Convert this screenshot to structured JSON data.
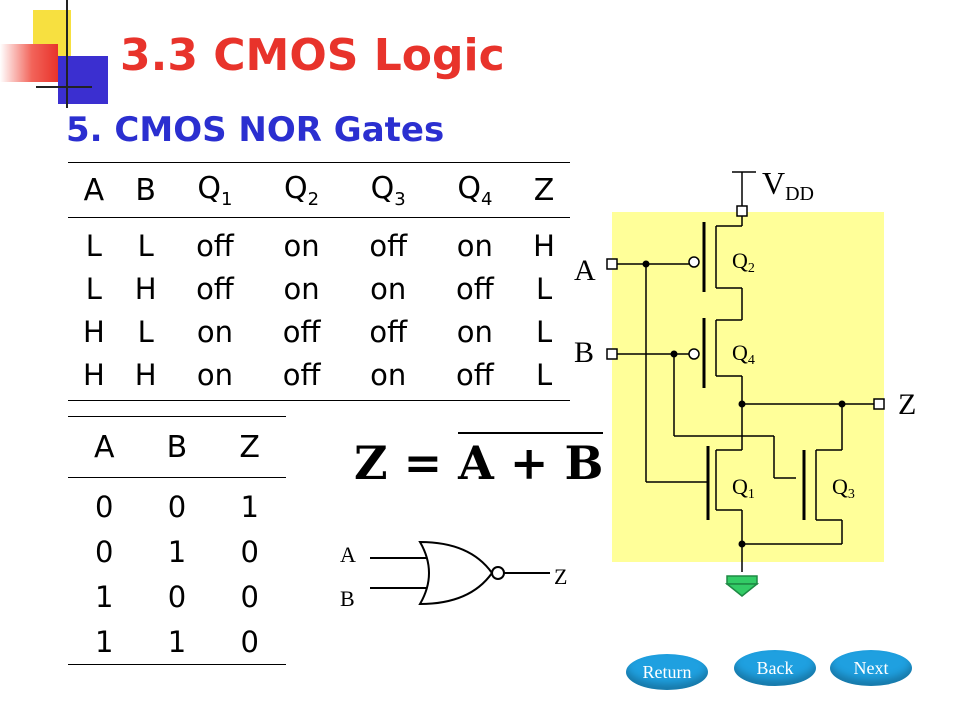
{
  "title": "3.3 CMOS Logic",
  "subtitle": "5.  CMOS NOR Gates",
  "transistor_table": {
    "headers": [
      {
        "main": "A",
        "sub": ""
      },
      {
        "main": "B",
        "sub": ""
      },
      {
        "main": "Q",
        "sub": "1"
      },
      {
        "main": "Q",
        "sub": "2"
      },
      {
        "main": "Q",
        "sub": "3"
      },
      {
        "main": "Q",
        "sub": "4"
      },
      {
        "main": "Z",
        "sub": ""
      }
    ],
    "rows": [
      [
        "L",
        "L",
        "off",
        "on",
        "off",
        "on",
        "H"
      ],
      [
        "L",
        "H",
        "off",
        "on",
        "on",
        "off",
        "L"
      ],
      [
        "H",
        "L",
        "on",
        "off",
        "off",
        "on",
        "L"
      ],
      [
        "H",
        "H",
        "on",
        "off",
        "on",
        "off",
        "L"
      ]
    ]
  },
  "logic_table": {
    "headers": [
      "A",
      "B",
      "Z"
    ],
    "rows": [
      [
        "0",
        "0",
        "1"
      ],
      [
        "0",
        "1",
        "0"
      ],
      [
        "1",
        "0",
        "0"
      ],
      [
        "1",
        "1",
        "0"
      ]
    ]
  },
  "formula": {
    "lhs": "Z",
    "eq": "=",
    "a": "A",
    "plus": "+",
    "b": "B"
  },
  "gate_symbol": {
    "in_a": "A",
    "in_b": "B",
    "out": "Z"
  },
  "circuit": {
    "vdd_main": "V",
    "vdd_sub": "DD",
    "in_a": "A",
    "in_b": "B",
    "out": "Z",
    "q_main": "Q",
    "q2_sub": "2",
    "q4_sub": "4",
    "q1_sub": "1",
    "q3_sub": "3",
    "panel_color": "#ffff99",
    "ground_color": "#33cc66"
  },
  "nav": {
    "return": "Return",
    "back": "Back",
    "next": "Next"
  },
  "colors": {
    "title": "#e8332b",
    "subtitle": "#2b2fd0",
    "button": "#1fa0e0"
  }
}
